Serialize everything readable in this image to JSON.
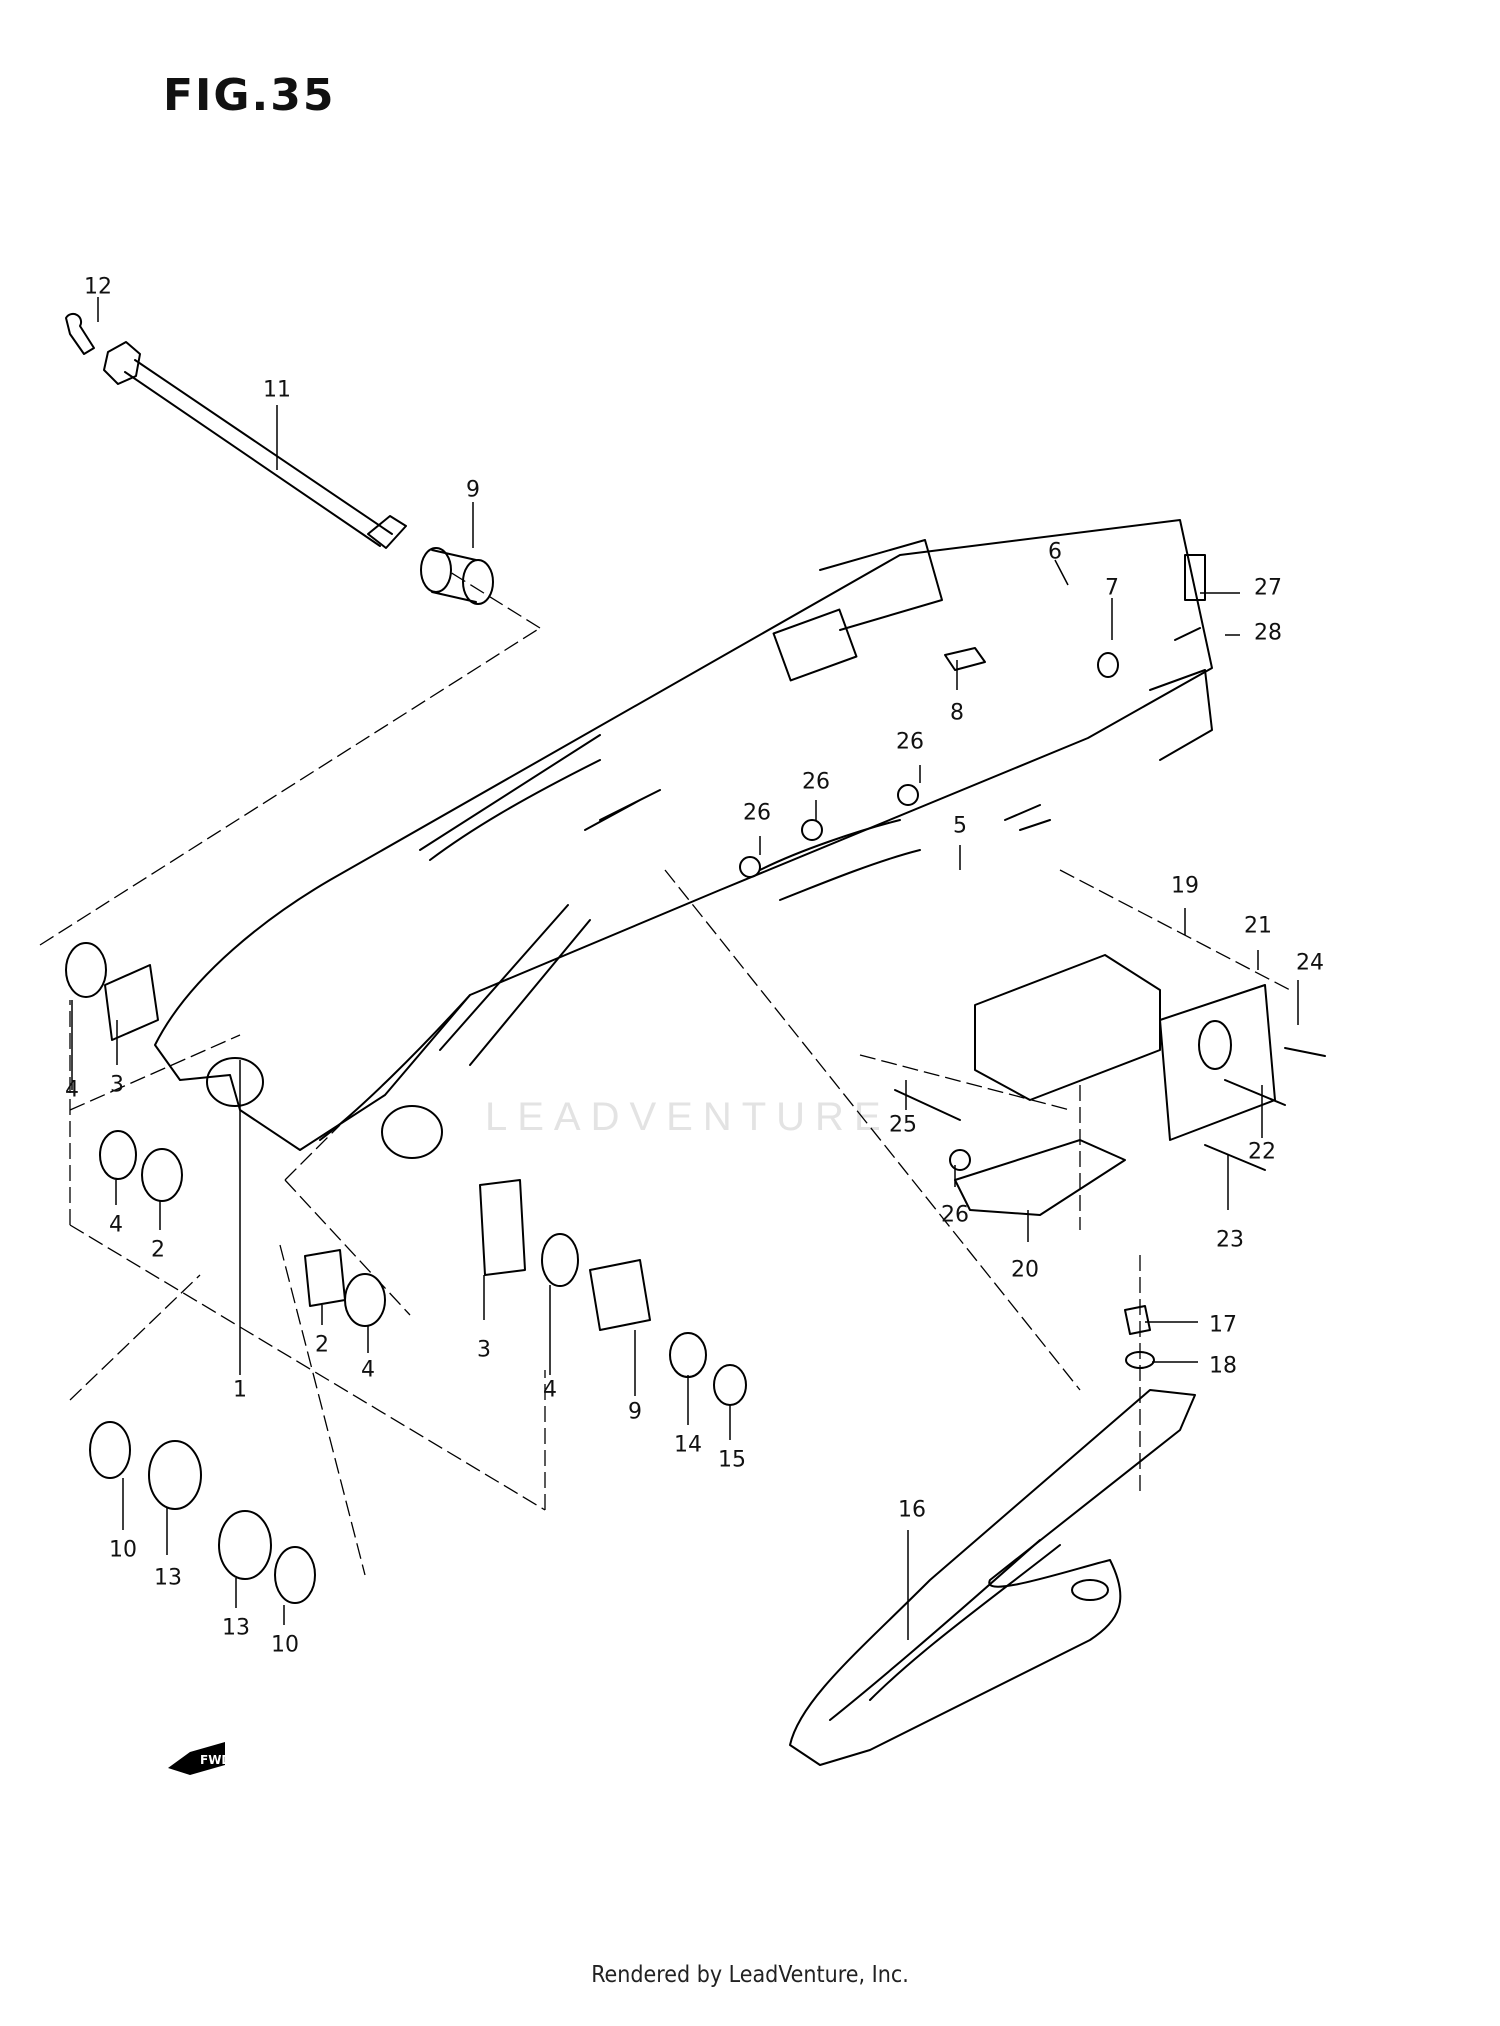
{
  "figure": {
    "title": "FIG.35",
    "footer": "Rendered by LeadVenture, Inc.",
    "watermark": "LEADVENTURE",
    "fwd_label": "FWD"
  },
  "callouts": [
    {
      "id": "c12",
      "text": "12"
    },
    {
      "id": "c11",
      "text": "11"
    },
    {
      "id": "c9a",
      "text": "9"
    },
    {
      "id": "c6",
      "text": "6"
    },
    {
      "id": "c7",
      "text": "7"
    },
    {
      "id": "c27",
      "text": "27"
    },
    {
      "id": "c28",
      "text": "28"
    },
    {
      "id": "c8",
      "text": "8"
    },
    {
      "id": "c26a",
      "text": "26"
    },
    {
      "id": "c26b",
      "text": "26"
    },
    {
      "id": "c26c",
      "text": "26"
    },
    {
      "id": "c5",
      "text": "5"
    },
    {
      "id": "c19",
      "text": "19"
    },
    {
      "id": "c21",
      "text": "21"
    },
    {
      "id": "c24",
      "text": "24"
    },
    {
      "id": "c4a",
      "text": "4"
    },
    {
      "id": "c3a",
      "text": "3"
    },
    {
      "id": "c4b",
      "text": "4"
    },
    {
      "id": "c2a",
      "text": "2"
    },
    {
      "id": "c25",
      "text": "25"
    },
    {
      "id": "c22",
      "text": "22"
    },
    {
      "id": "c23",
      "text": "23"
    },
    {
      "id": "c26d",
      "text": "26"
    },
    {
      "id": "c20",
      "text": "20"
    },
    {
      "id": "c2b",
      "text": "2"
    },
    {
      "id": "c4c",
      "text": "4"
    },
    {
      "id": "c3b",
      "text": "3"
    },
    {
      "id": "c1",
      "text": "1"
    },
    {
      "id": "c4d",
      "text": "4"
    },
    {
      "id": "c9b",
      "text": "9"
    },
    {
      "id": "c14",
      "text": "14"
    },
    {
      "id": "c15",
      "text": "15"
    },
    {
      "id": "c17",
      "text": "17"
    },
    {
      "id": "c18",
      "text": "18"
    },
    {
      "id": "c16",
      "text": "16"
    },
    {
      "id": "c10a",
      "text": "10"
    },
    {
      "id": "c13a",
      "text": "13"
    },
    {
      "id": "c13b",
      "text": "13"
    },
    {
      "id": "c10b",
      "text": "10"
    }
  ]
}
